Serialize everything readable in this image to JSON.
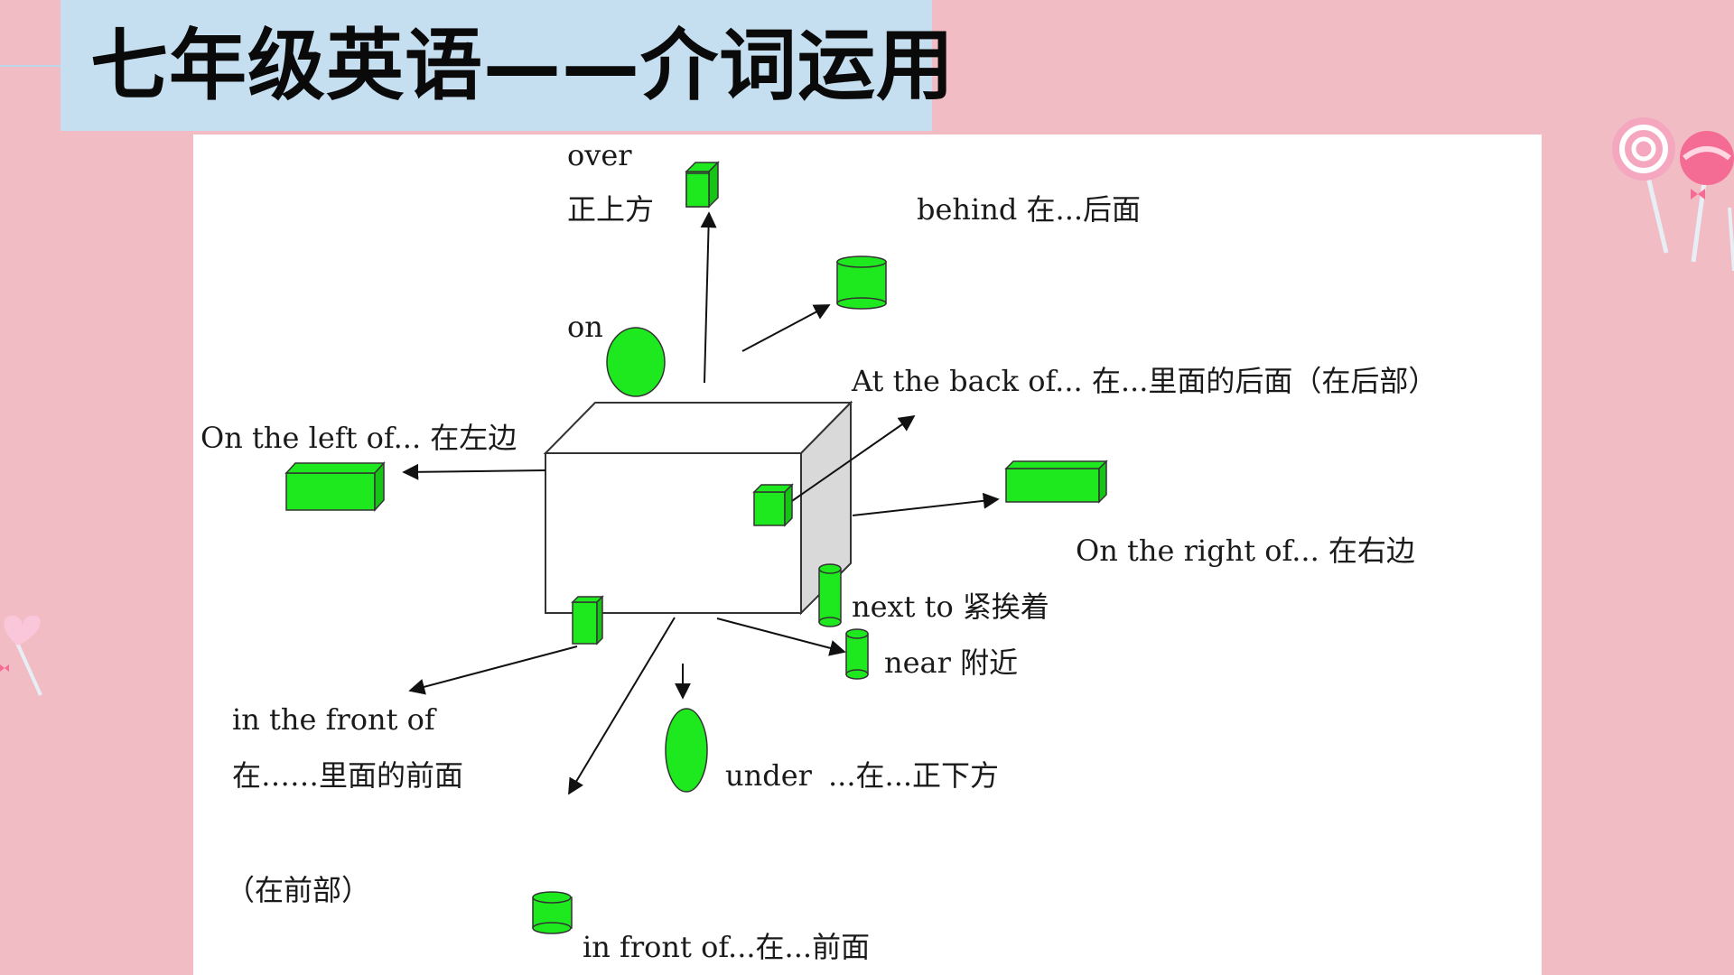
{
  "title": "七年级英语——介词运用",
  "labels": {
    "over": "over",
    "over_cn": "正上方",
    "behind": "behind  在...后面",
    "on": "on",
    "at_the_back": "At the back of...  在...里面的后面（在后部）",
    "left": "On the left of...  在左边",
    "right": "On the right of...  在右边",
    "next_to": "next to  紧挨着",
    "near": "near  附近",
    "in_the_front": "in the front of",
    "in_the_front_cn": "在……里面的前面",
    "in_the_front_cn2": "（在前部）",
    "under": "under",
    "under_cn": "...在...正下方",
    "in_front": "in front of...在...前面"
  },
  "colors": {
    "background": "#f1bcc4",
    "title_bar": "#c5dff0",
    "shape_green": "#1ee81e",
    "box_side": "#d9d9d9"
  },
  "icons": [
    "lollipop-icon",
    "heart-lollipop-icon"
  ]
}
